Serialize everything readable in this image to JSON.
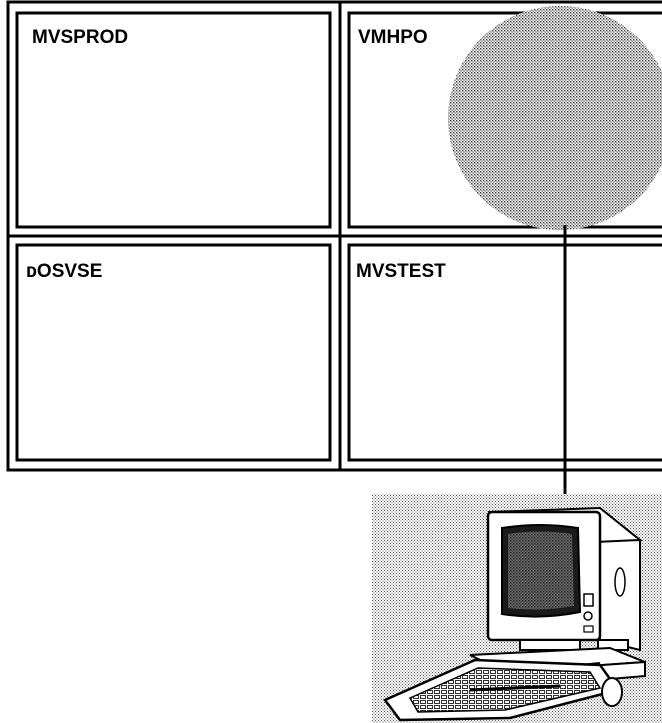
{
  "panes": [
    {
      "id": "mvsprod",
      "label": "MVSPROD"
    },
    {
      "id": "vmhpo",
      "label": "VMHPO"
    },
    {
      "id": "dosvse",
      "label": "ᴅOSVSE"
    },
    {
      "id": "mvstest",
      "label": "MVSTEST"
    }
  ],
  "colors": {
    "ink": "#000000",
    "paper": "#ffffff",
    "halftone_dot": "#3a3a3a",
    "screen": "#1a1a1a"
  },
  "icons": {
    "circle": "halftone-circle-icon",
    "workstation": "workstation-icon"
  }
}
